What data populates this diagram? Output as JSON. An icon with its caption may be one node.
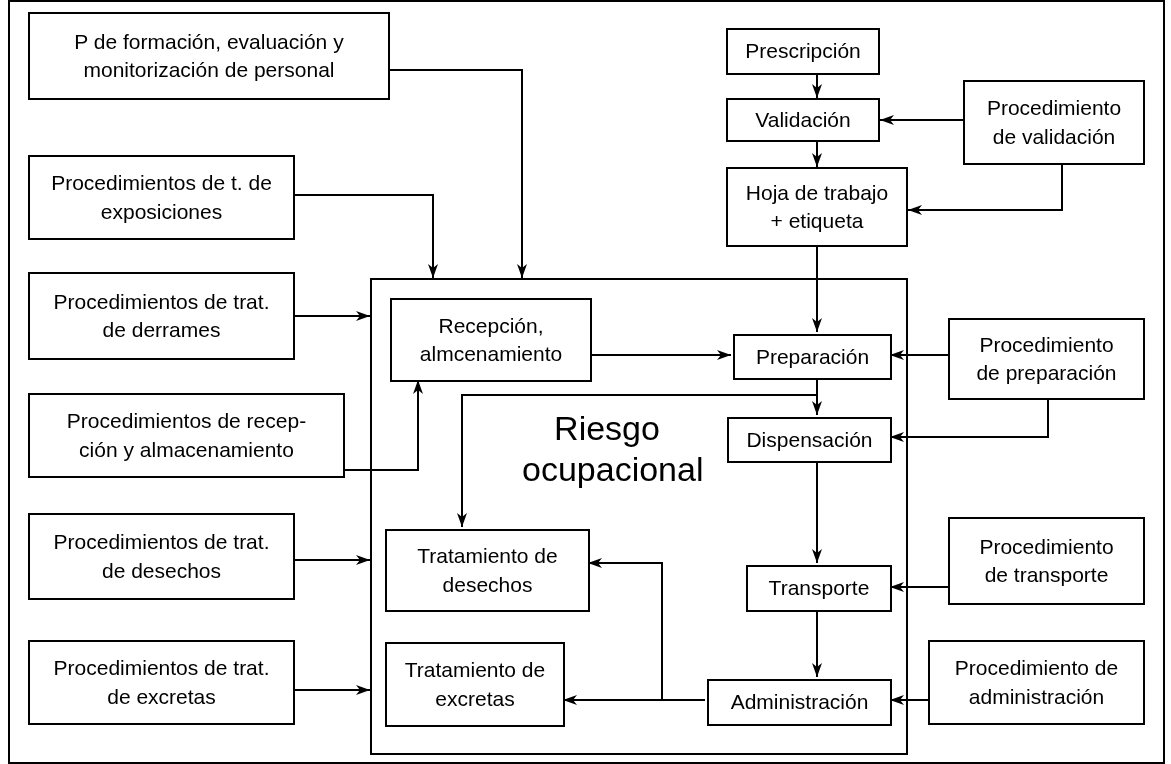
{
  "diagram": {
    "nodes": [
      {
        "text": [
          "P de formación, evaluación y monitorización de personal"
        ]
      },
      {
        "text": [
          "Prescripción"
        ]
      },
      {
        "text": [
          "Validación"
        ]
      },
      {
        "text": [
          "Procedimiento de validación"
        ]
      },
      {
        "text": [
          "Procedimientos de t. de exposiciones"
        ]
      },
      {
        "text": [
          "Hoja de trabajo + etiqueta"
        ]
      },
      {
        "text": [
          "Procedimientos de trat. de derrames"
        ]
      },
      {
        "text": [
          "Riesgo ocupacional"
        ]
      },
      {
        "text": [
          "Recepción, almcenamiento"
        ],
        "in": 7
      },
      {
        "text": [
          "Preparación"
        ],
        "in": 7
      },
      {
        "text": [
          "Procedimiento de preparación"
        ]
      },
      {
        "text": [
          "Procedimientos de recep- ción y almacenamiento"
        ]
      },
      {
        "text": [
          "Dispensación"
        ],
        "in": 7
      },
      {
        "text": [
          "Procedimientos de trat. de desechos"
        ]
      },
      {
        "text": [
          "Tratamiento de desechos"
        ],
        "in": 7
      },
      {
        "text": [
          "Transporte"
        ],
        "in": 7
      },
      {
        "text": [
          "Procedimiento de transporte"
        ]
      },
      {
        "text": [
          "Procedimientos de trat. de excretas"
        ]
      },
      {
        "text": [
          "Tratamiento de excretas"
        ],
        "in": 7
      },
      {
        "text": [
          "Administración"
        ],
        "in": 7
      },
      {
        "text": [
          "Procedimiento de administración"
        ]
      }
    ],
    "edges": [
      {
        "from": 0,
        "to": 7,
        "arrow": "to"
      },
      {
        "from": 4,
        "to": 7,
        "arrow": "to"
      },
      {
        "from": 6,
        "to": 7,
        "arrow": "to"
      },
      {
        "from": 11,
        "to": 8,
        "arrow": "to"
      },
      {
        "from": 13,
        "to": 7,
        "arrow": "to"
      },
      {
        "from": 17,
        "to": 7,
        "arrow": "to"
      },
      {
        "from": 1,
        "to": 2,
        "arrow": "to"
      },
      {
        "from": 3,
        "to": 2,
        "arrow": "to"
      },
      {
        "from": 2,
        "to": 5,
        "arrow": "to"
      },
      {
        "from": 3,
        "to": 5,
        "arrow": "to"
      },
      {
        "from": 5,
        "to": 9,
        "arrow": "to"
      },
      {
        "from": 8,
        "to": 9,
        "arrow": "to"
      },
      {
        "from": 10,
        "to": 9,
        "arrow": "to"
      },
      {
        "from": 9,
        "to": 12,
        "arrow": "to"
      },
      {
        "from": 9,
        "to": 14,
        "arrow": "to"
      },
      {
        "from": 10,
        "to": 12,
        "arrow": "to"
      },
      {
        "from": 12,
        "to": 15,
        "arrow": "to"
      },
      {
        "from": 16,
        "to": 15,
        "arrow": "to"
      },
      {
        "from": 15,
        "to": 19,
        "arrow": "to"
      },
      {
        "from": 20,
        "to": 19,
        "arrow": "to"
      },
      {
        "from": 19,
        "to": 18,
        "arrow": "to"
      },
      {
        "from": 19,
        "to": 14,
        "arrow": "to"
      }
    ]
  }
}
